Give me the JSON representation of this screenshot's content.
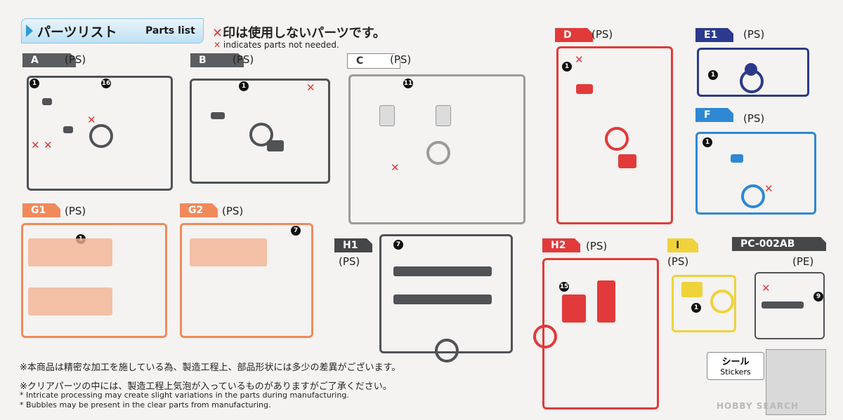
{
  "header": {
    "title_jp": "パーツリスト",
    "title_en": "Parts list"
  },
  "notes": {
    "x_symbol": "✕",
    "jp": "印は使用しないパーツです。",
    "en": "indicates parts not needed."
  },
  "runners": [
    {
      "id": "A",
      "label": "A",
      "mat": "(PS)",
      "color": "#505256",
      "tagClass": "gray"
    },
    {
      "id": "B",
      "label": "B",
      "mat": "(PS)",
      "color": "#505256",
      "tagClass": "gray"
    },
    {
      "id": "C",
      "label": "C",
      "mat": "(PS)",
      "color": "#9b9b9b",
      "tagClass": "white"
    },
    {
      "id": "D",
      "label": "D",
      "mat": "(PS)",
      "color": "#e23a3a",
      "tagClass": "red"
    },
    {
      "id": "E1",
      "label": "E1",
      "mat": "(PS)",
      "color": "#2b3a8c",
      "tagClass": "navy"
    },
    {
      "id": "F",
      "label": "F",
      "mat": "(PS)",
      "color": "#2e88d4",
      "tagClass": "blue"
    },
    {
      "id": "G1",
      "label": "G1",
      "mat": "(PS)",
      "color": "#f08a5b",
      "tagClass": "orange"
    },
    {
      "id": "G2",
      "label": "G2",
      "mat": "(PS)",
      "color": "#f08a5b",
      "tagClass": "orange"
    },
    {
      "id": "H1",
      "label": "H1",
      "mat": "(PS)",
      "color": "#505256",
      "tagClass": "dark"
    },
    {
      "id": "H2",
      "label": "H2",
      "mat": "(PS)",
      "color": "#e23a3a",
      "tagClass": "red"
    },
    {
      "id": "I",
      "label": "I",
      "mat": "(PS)",
      "color": "#f0d23a",
      "tagClass": "yellow"
    },
    {
      "id": "PC",
      "label": "PC-002AB",
      "mat": "(PE)",
      "color": "#505256",
      "tagClass": "dark"
    }
  ],
  "footer": {
    "line1": "※本商品は精密な加工を施している為、製造工程上、部品形状には多少の差異がございます。",
    "line2": "※クリアパーツの中には、製造工程上気泡が入っているものがありますがご了承ください。",
    "line3": "* Intricate processing may create slight variations in the parts during manufacturing.",
    "line4": "* Bubbles may be present in the clear parts from manufacturing."
  },
  "stickers": {
    "jp": "シール",
    "en": "Stickers"
  },
  "watermark": "HOBBY SEARCH",
  "colors": {
    "unused_mark": "#e23a3a",
    "header_accent": "#2f9bd6"
  }
}
